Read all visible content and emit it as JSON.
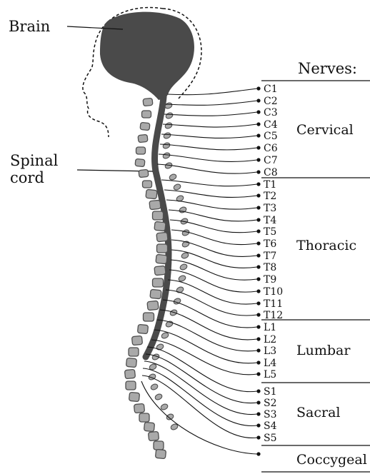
{
  "labels": {
    "brain": "Brain",
    "spinal_cord_line1": "Spinal",
    "spinal_cord_line2": "cord",
    "nerves_heading": "Nerves:"
  },
  "regions": [
    {
      "name": "Cervical",
      "nerves": [
        "C1",
        "C2",
        "C3",
        "C4",
        "C5",
        "C6",
        "C7",
        "C8"
      ]
    },
    {
      "name": "Thoracic",
      "nerves": [
        "T1",
        "T2",
        "T3",
        "T4",
        "T5",
        "T6",
        "T7",
        "T8",
        "T9",
        "T10",
        "T11",
        "T12"
      ]
    },
    {
      "name": "Lumbar",
      "nerves": [
        "L1",
        "L2",
        "L3",
        "L4",
        "L5"
      ]
    },
    {
      "name": "Sacral",
      "nerves": [
        "S1",
        "S2",
        "S3",
        "S4",
        "S5"
      ]
    },
    {
      "name": "Coccygeal",
      "nerves": []
    }
  ],
  "colors": {
    "cord": "#4a4a4a",
    "vertebra": "#a9a9a9",
    "vertebra_stroke": "#4f4f4f",
    "line": "#111111"
  }
}
